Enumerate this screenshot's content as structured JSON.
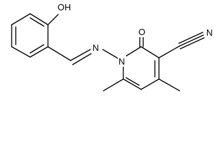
{
  "molecule": {
    "atoms": {
      "hydroxyl": "OH",
      "imine_nitrogen": "N",
      "ring_nitrogen": "N",
      "carbonyl_oxygen": "O",
      "nitrile_nitrogen": "N"
    }
  }
}
